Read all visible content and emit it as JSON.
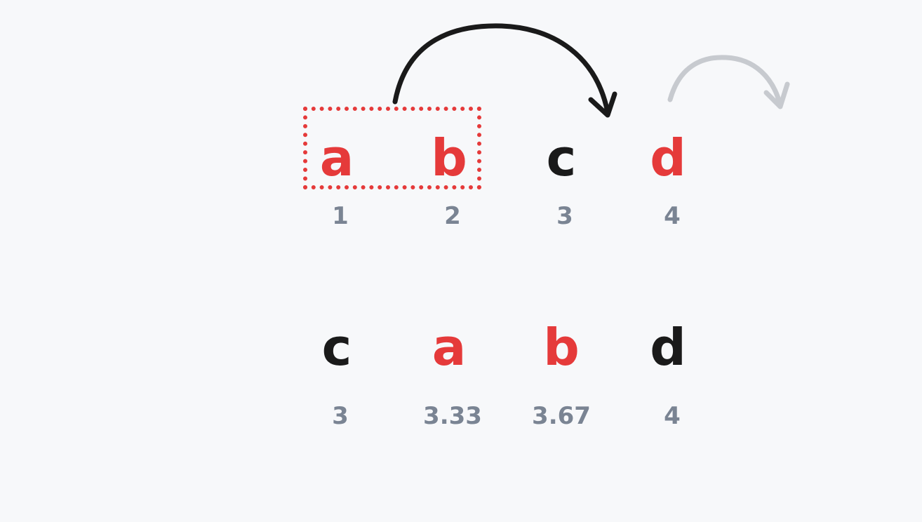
{
  "colors": {
    "background": "#f7f8fa",
    "highlight": "#e53a3a",
    "text": "#1a1a1a",
    "rank": "#7a8493",
    "faded_arrow": "#c7cacf"
  },
  "before": {
    "items": [
      {
        "letter": "a",
        "rank": "1",
        "color": "red"
      },
      {
        "letter": "b",
        "rank": "2",
        "color": "red"
      },
      {
        "letter": "c",
        "rank": "3",
        "color": "black"
      },
      {
        "letter": "d",
        "rank": "4",
        "color": "red"
      }
    ]
  },
  "after": {
    "items": [
      {
        "letter": "c",
        "rank": "3",
        "color": "black"
      },
      {
        "letter": "a",
        "rank": "3.33",
        "color": "red"
      },
      {
        "letter": "b",
        "rank": "3.67",
        "color": "red"
      },
      {
        "letter": "d",
        "rank": "4",
        "color": "black"
      }
    ]
  }
}
